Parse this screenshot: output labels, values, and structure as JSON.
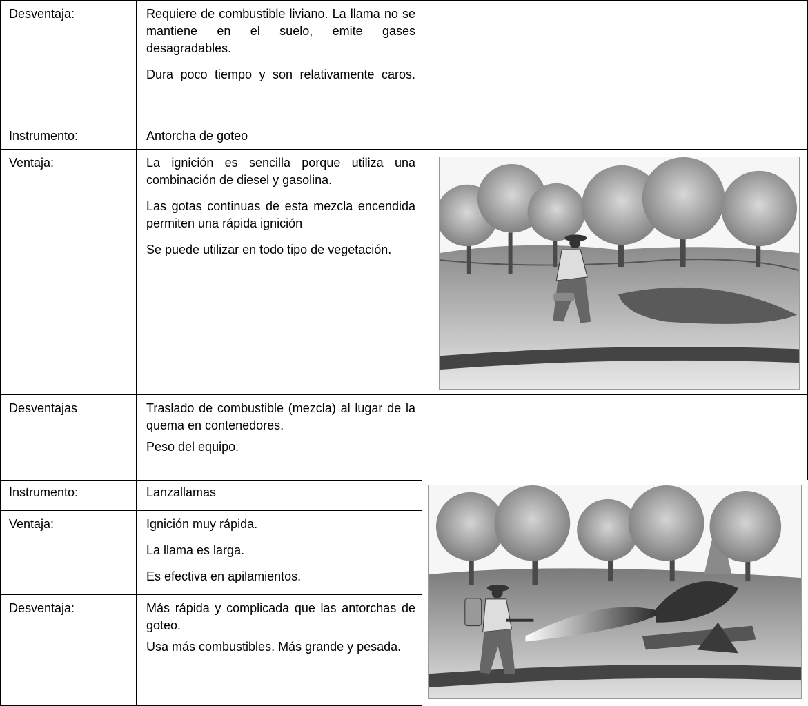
{
  "rows": {
    "r1": {
      "label": "Desventaja:",
      "paragraphs": [
        "Requiere de combustible liviano. La llama no se mantiene en el suelo, emite gases desagradables.",
        "Dura poco tiempo y son relativamente caros."
      ]
    },
    "r2": {
      "label": "Instrumento:",
      "value": "Antorcha de goteo"
    },
    "r3": {
      "label": "Ventaja:",
      "paragraphs": [
        "La ignición es sencilla porque utiliza una combinación de diesel y gasolina.",
        "Las gotas continuas de esta mezcla encendida permiten una rápida ignición",
        "Se puede utilizar en todo tipo de vegetación."
      ]
    },
    "r4": {
      "label": "Desventajas",
      "paragraphs": [
        "Traslado de combustible (mezcla) al lugar de la quema en contenedores.",
        "Peso del equipo."
      ]
    },
    "r5": {
      "label": "Instrumento:",
      "value": "Lanzallamas"
    },
    "r6": {
      "label": "Ventaja:",
      "paragraphs": [
        "Ignición muy rápida.",
        "La llama es larga.",
        "Es efectiva en apilamientos."
      ]
    },
    "r7": {
      "label": "Desventaja:",
      "paragraphs": [
        "Más rápida y complicada que las antorchas de goteo.",
        "Usa más combustibles. Más grande y pesada."
      ]
    }
  },
  "illustrations": {
    "drip_torch": "person-using-drip-torch-illustration",
    "flamethrower": "person-using-flamethrower-illustration"
  },
  "colors": {
    "rule": "#000000",
    "figure_border": "#9a9a9a"
  }
}
